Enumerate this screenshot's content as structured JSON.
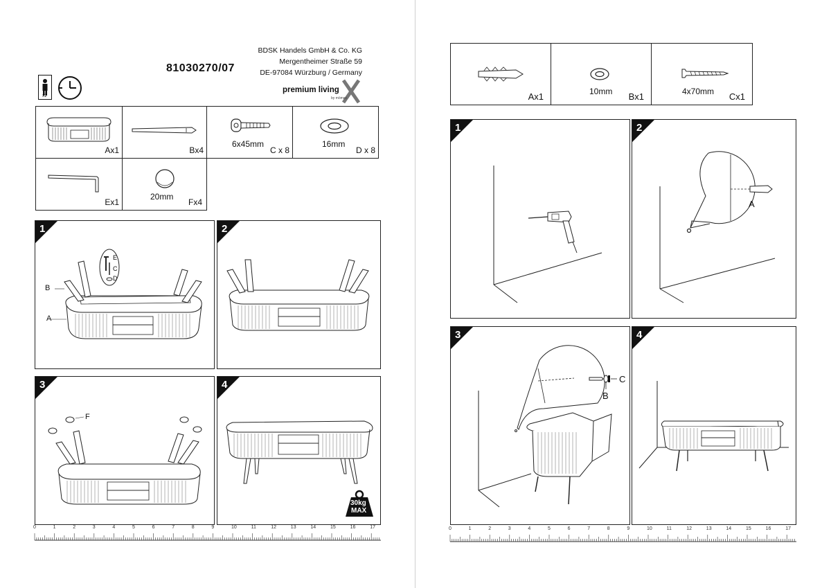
{
  "left_page": {
    "company": {
      "line1": "BDSK Handels GmbH & Co. KG",
      "line2": "Mergentheimer Straße 59",
      "line3": "DE-97084 Würzburg / Germany"
    },
    "article_number": "81030270/07",
    "brand": {
      "name": "premium living",
      "sub": "by mömax"
    },
    "persons_badge": "x1",
    "parts": [
      {
        "id": "A",
        "label": "Ax1",
        "icon": "tv-board-icon"
      },
      {
        "id": "B",
        "label": "Bx4",
        "icon": "leg-icon"
      },
      {
        "id": "C",
        "label": "C x 8",
        "size": "6x45mm",
        "icon": "bolt-icon"
      },
      {
        "id": "D",
        "label": "D x 8",
        "size": "16mm",
        "icon": "washer-icon"
      },
      {
        "id": "E",
        "label": "Ex1",
        "icon": "allen-key-icon"
      },
      {
        "id": "F",
        "label": "Fx4",
        "size": "20mm",
        "icon": "felt-pad-icon"
      }
    ],
    "steps": [
      {
        "num": "1",
        "callouts": [
          "B",
          "A",
          "E",
          "C",
          "D"
        ]
      },
      {
        "num": "2"
      },
      {
        "num": "3",
        "callouts": [
          "F"
        ]
      },
      {
        "num": "4",
        "weight_badge": {
          "line1": "30kg",
          "line2": "MAX"
        }
      }
    ],
    "ruler": [
      "0",
      "1",
      "2",
      "3",
      "4",
      "5",
      "6",
      "7",
      "8",
      "9",
      "10",
      "11",
      "12",
      "13",
      "14",
      "15",
      "16",
      "17"
    ]
  },
  "right_page": {
    "parts": [
      {
        "id": "A",
        "label": "Ax1",
        "icon": "wall-plug-icon"
      },
      {
        "id": "B",
        "label": "Bx1",
        "size": "10mm",
        "icon": "washer-icon"
      },
      {
        "id": "C",
        "label": "Cx1",
        "size": "4x70mm",
        "icon": "screw-icon"
      }
    ],
    "steps": [
      {
        "num": "1"
      },
      {
        "num": "2",
        "callouts": [
          "A"
        ]
      },
      {
        "num": "3",
        "callouts": [
          "C",
          "B"
        ]
      },
      {
        "num": "4"
      }
    ],
    "ruler": [
      "0",
      "1",
      "2",
      "3",
      "4",
      "5",
      "6",
      "7",
      "8",
      "9",
      "10",
      "11",
      "12",
      "13",
      "14",
      "15",
      "16",
      "17"
    ]
  }
}
